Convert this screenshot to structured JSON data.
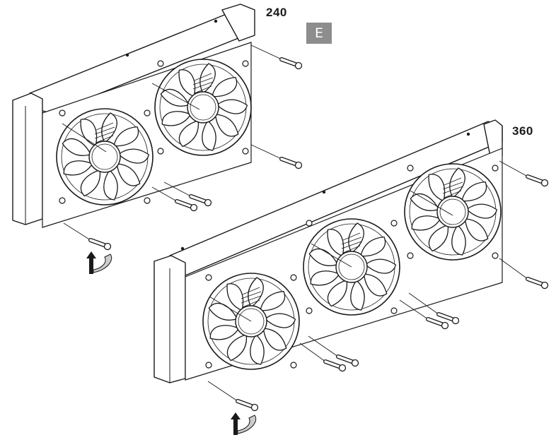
{
  "labels": {
    "radiator_240": "240",
    "radiator_360": "360",
    "step_badge": "E"
  },
  "colors": {
    "line": "#1a1a1a",
    "badge": "#8d8d8d",
    "arrow_fill": "#cccccc"
  },
  "icons": {
    "rotate_arrow": "rotate-arrow-icon"
  }
}
